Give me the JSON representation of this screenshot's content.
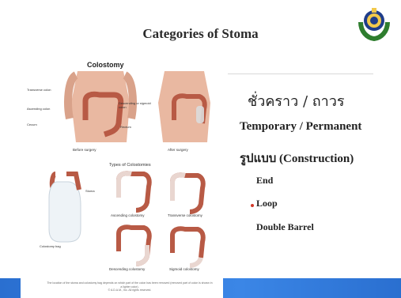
{
  "slide": {
    "title": "Categories of Stoma",
    "right_panel": {
      "thai_heading": "ชั่วคราว / ถาวร",
      "temporary_permanent": "Temporary / Permanent",
      "construction_heading": "รูปแบบ (Construction)",
      "items": [
        "End",
        "Loop",
        "Double Barrel"
      ]
    },
    "figure": {
      "title": "Colostomy",
      "labels": {
        "transverse_colon": "Transverse colon",
        "ascending_colon": "Ascending colon",
        "cecum": "Cecum",
        "descending_sigmoid": "Descending or sigmoid colon",
        "rectum": "Rectum",
        "stoma": "Stoma",
        "colostomy_bag": "Colostomy bag"
      },
      "before_caption": "Before surgery",
      "after_caption": "After surgery",
      "types_heading": "Types of Colostomies",
      "types": [
        "Ascending colostomy",
        "Transverse colostomy",
        "Descending colostomy",
        "Sigmoid colostomy"
      ],
      "footnote": "The location of the stoma and colostomy bag depends on which part of the colon has been removed (removed part of colon is shown in a lighter color).",
      "copyright": "© A.D.A.M., Inc. All rights reserved."
    },
    "colors": {
      "accent_bar": "#2a6fd0",
      "colon": "#b85a45",
      "skin": "#e8b7a0"
    }
  }
}
